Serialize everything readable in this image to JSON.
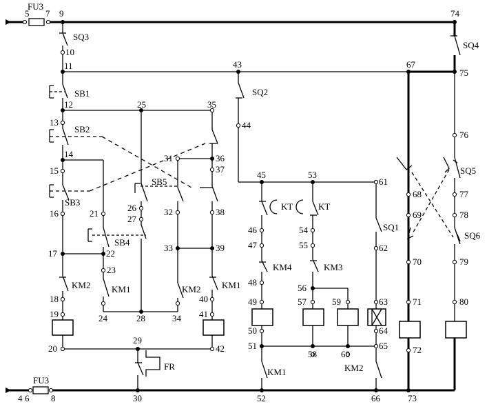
{
  "wire_labels": {
    "n4": "4",
    "n5": "5",
    "n6": "6",
    "n7": "7",
    "n8": "8",
    "n9": "9",
    "n10": "10",
    "n11": "11",
    "n12": "12",
    "n13": "13",
    "n14": "14",
    "n15": "15",
    "n16": "16",
    "n17": "17",
    "n18": "18",
    "n19": "19",
    "n20": "20",
    "n21": "21",
    "n22": "22",
    "n23": "23",
    "n24": "24",
    "n25": "25",
    "n26": "26",
    "n27": "27",
    "n28": "28",
    "n29": "29",
    "n30": "30",
    "n31": "31",
    "n32": "32",
    "n33": "33",
    "n34": "34",
    "n35": "35",
    "n36": "36",
    "n37": "37",
    "n38": "38",
    "n39": "39",
    "n40": "40",
    "n41": "41",
    "n42": "42",
    "n43": "43",
    "n44": "44",
    "n45": "45",
    "n46": "46",
    "n47": "47",
    "n48": "48",
    "n49": "49",
    "n50": "50",
    "n51": "51",
    "n52": "52",
    "n53": "53",
    "n54": "54",
    "n55": "55",
    "n56": "56",
    "n57": "57",
    "n58": "58",
    "n59": "59",
    "n60": "60",
    "n61": "61",
    "n62": "62",
    "n63": "63",
    "n64": "64",
    "n65": "65",
    "n66": "66",
    "n67": "67",
    "n68": "68",
    "n69": "69",
    "n70": "70",
    "n71": "71",
    "n72": "72",
    "n73": "73",
    "n74": "74",
    "n75": "75",
    "n76": "76",
    "n77": "77",
    "n78": "78",
    "n79": "79",
    "n80": "80"
  },
  "component_labels": {
    "fu3_top": "FU3",
    "fu3_bottom": "FU3",
    "sq3": "SQ3",
    "sq4": "SQ4",
    "sq2": "SQ2",
    "sq5": "SQ5",
    "sq6": "SQ6",
    "sq1": "SQ1",
    "sb1": "SB1",
    "sb2": "SB2",
    "sb3": "SB3",
    "sb4": "SB4",
    "sb5": "SB5",
    "km2_left": "KM2",
    "km1_left": "KM1",
    "km2_mid": "KM2",
    "km1_right": "KM1",
    "km4": "KM4",
    "km3": "KM3",
    "km1_bottom": "KM1",
    "km2_bottom": "KM2",
    "kt_left": "KT",
    "kt_right": "KT",
    "fr": "FR"
  }
}
